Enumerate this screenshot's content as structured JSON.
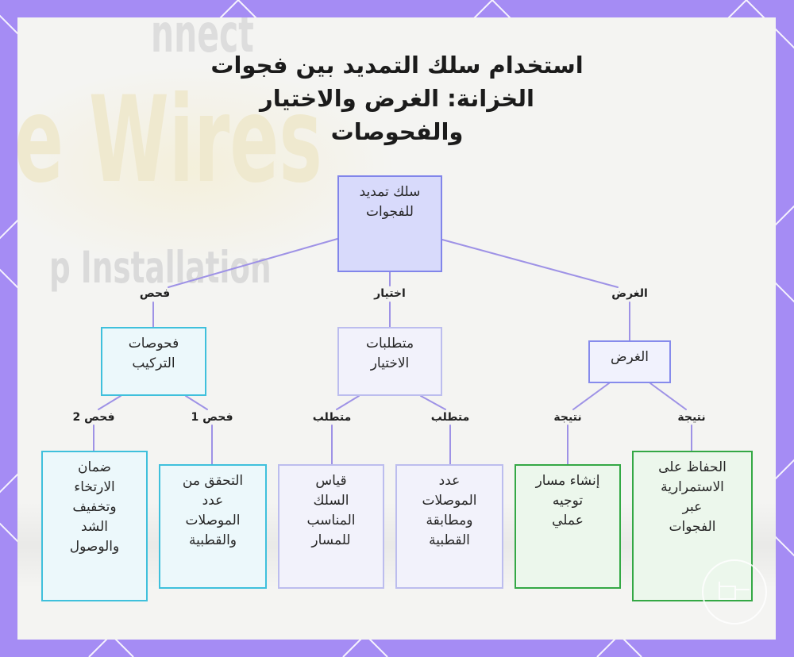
{
  "title": "استخدام سلك التمديد بين فجوات\nالخزانة: الغرض والاختيار\nوالفحوصات",
  "background_photo": {
    "words": [
      "nnect",
      "e Wires",
      "p Installation"
    ]
  },
  "diagram": {
    "root": {
      "label": "سلك تمديد\nللفجوات"
    },
    "branches": [
      {
        "edge_label": "الغرض",
        "label": "الغرض",
        "children": [
          {
            "edge_label": "نتيجة",
            "label": "الحفاظ على\nالاستمرارية\nعبر\nالفجوات"
          },
          {
            "edge_label": "نتيجة",
            "label": "إنشاء مسار\nتوجيه\nعملي"
          }
        ]
      },
      {
        "edge_label": "اختيار",
        "label": "متطلبات\nالاختيار",
        "children": [
          {
            "edge_label": "متطلب",
            "label": "عدد\nالموصلات\nومطابقة\nالقطبية"
          },
          {
            "edge_label": "متطلب",
            "label": "قياس\nالسلك\nالمناسب\nللمسار"
          }
        ]
      },
      {
        "edge_label": "فحص",
        "label": "فحوصات\nالتركيب",
        "children": [
          {
            "edge_label": "فحص 1",
            "label": "التحقق من\nعدد\nالموصلات\nوالقطبية"
          },
          {
            "edge_label": "فحص 2",
            "label": "ضمان\nالارتخاء\nوتخفيف\nالشد\nوالوصول"
          }
        ]
      }
    ]
  },
  "icons": {
    "watermark": "logo-badge-icon"
  },
  "colors": {
    "frame": "#a58cf4",
    "edge": "#9e92e6",
    "root_fill": "#d8dafb",
    "root_border": "#8185ea",
    "purpose_fill": "#f1f2fd",
    "purpose_border": "#868bec",
    "select_fill": "#f2f2fb",
    "select_border": "#bcbdee",
    "inspect_fill": "#ecf8fb",
    "inspect_border": "#3fc0dc",
    "outcome_fill": "#ecf7ec",
    "outcome_border": "#34a845"
  }
}
